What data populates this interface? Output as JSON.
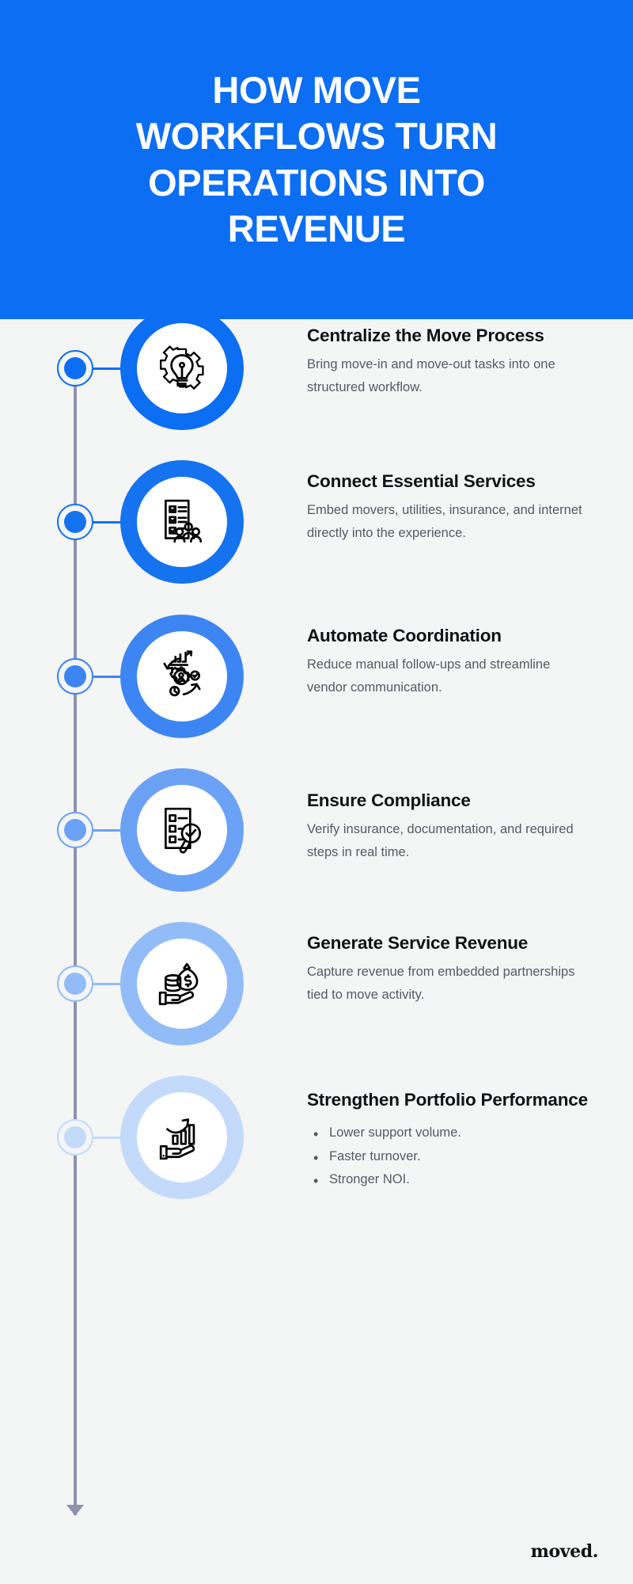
{
  "header": {
    "title": "HOW MOVE WORKFLOWS TURN OPERATIONS INTO REVENUE",
    "background_color": "#0b6ef3",
    "text_color": "#ffffff"
  },
  "page": {
    "background_color": "#f4f5f5",
    "timeline_color": "#8e92ad"
  },
  "footer": {
    "logo": "moved."
  },
  "steps": [
    {
      "title": "Centralize the Move Process",
      "description": "Bring move-in and move-out tasks into one structured workflow.",
      "icon": "lightbulb-gear-icon",
      "accent": "#0b6ef3",
      "bullets": []
    },
    {
      "title": "Connect Essential Services",
      "description": "Embed movers, utilities, insurance, and internet directly into the experience.",
      "icon": "checklist-people-icon",
      "accent": "#1573f0",
      "bullets": []
    },
    {
      "title": "Automate Coordination",
      "description": "Reduce manual follow-ups and streamline vendor communication.",
      "icon": "automation-cycle-icon",
      "accent": "#3d85f2",
      "bullets": []
    },
    {
      "title": "Ensure Compliance",
      "description": "Verify insurance, documentation, and required steps in real time.",
      "icon": "document-magnifier-check-icon",
      "accent": "#6ba2f5",
      "bullets": []
    },
    {
      "title": "Generate Service Revenue",
      "description": "Capture revenue from embedded partnerships tied to move activity.",
      "icon": "hand-money-bag-icon",
      "accent": "#92bcf8",
      "bullets": []
    },
    {
      "title": "Strengthen Portfolio Performance",
      "description": "",
      "icon": "hand-growth-chart-icon",
      "accent": "#c3dafb",
      "bullets": [
        "Lower support volume.",
        "Faster turnover.",
        "Stronger NOI."
      ]
    }
  ]
}
